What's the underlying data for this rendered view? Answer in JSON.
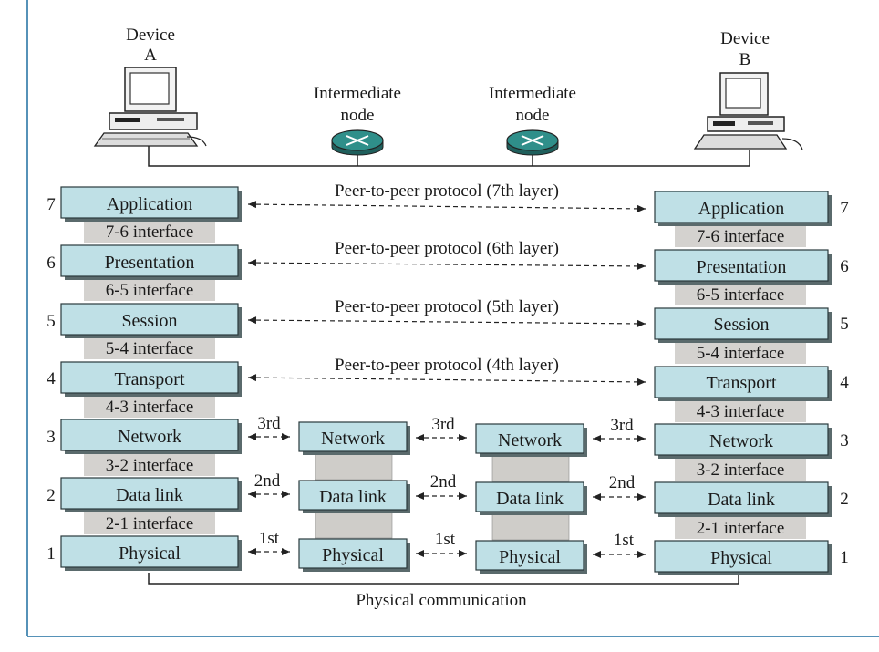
{
  "devices": {
    "a": {
      "line1": "Device",
      "line2": "A"
    },
    "b": {
      "line1": "Device",
      "line2": "B"
    }
  },
  "intermediate_label": {
    "line1": "Intermediate",
    "line2": "node"
  },
  "layers": [
    {
      "num": "7",
      "name": "Application"
    },
    {
      "num": "6",
      "name": "Presentation"
    },
    {
      "num": "5",
      "name": "Session"
    },
    {
      "num": "4",
      "name": "Transport"
    },
    {
      "num": "3",
      "name": "Network"
    },
    {
      "num": "2",
      "name": "Data link"
    },
    {
      "num": "1",
      "name": "Physical"
    }
  ],
  "interfaces": [
    "7-6 interface",
    "6-5 interface",
    "5-4 interface",
    "4-3 interface",
    "3-2 interface",
    "2-1 interface"
  ],
  "peer_protocols": [
    "Peer-to-peer protocol (7th layer)",
    "Peer-to-peer protocol (6th layer)",
    "Peer-to-peer protocol (5th layer)",
    "Peer-to-peer protocol (4th layer)"
  ],
  "hop_labels": [
    "3rd",
    "2nd",
    "1st"
  ],
  "physical_communication": "Physical communication",
  "colors": {
    "layer_box": "#bfe0e6",
    "interface_band": "#d4d2cf",
    "router": "#2f8f8a",
    "frame": "#1f6fa0"
  },
  "icons": [
    "computer-icon",
    "router-icon"
  ]
}
